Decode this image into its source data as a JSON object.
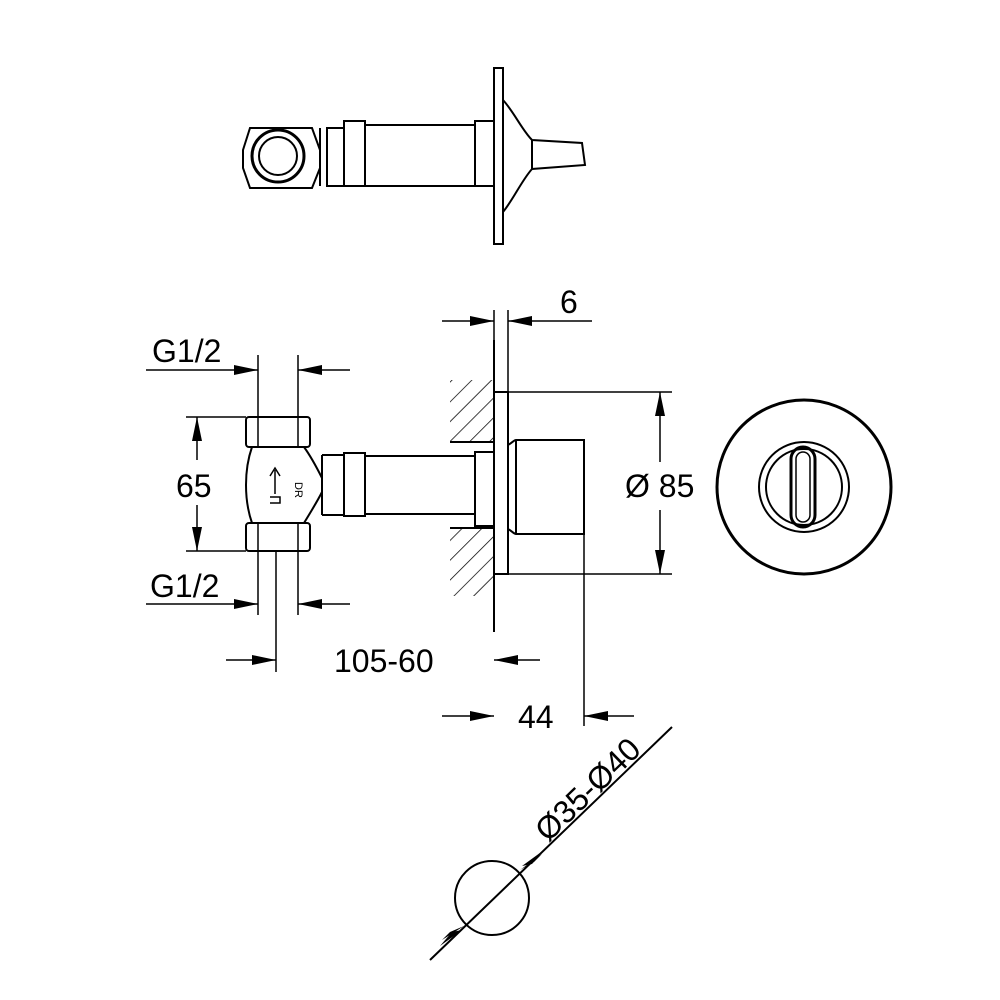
{
  "dimensions": {
    "wall_thickness": "6",
    "inlet_thread_top": "G1/2",
    "inlet_thread_bottom": "G1/2",
    "body_height": "65",
    "rosette_diameter": "Ø 85",
    "installation_depth": "105-60",
    "handle_projection": "44",
    "hole_diameter": "Ø35-Ø40"
  },
  "body_markings": {
    "direction_label": "DR"
  },
  "colors": {
    "line": "#000000",
    "background": "#ffffff"
  }
}
